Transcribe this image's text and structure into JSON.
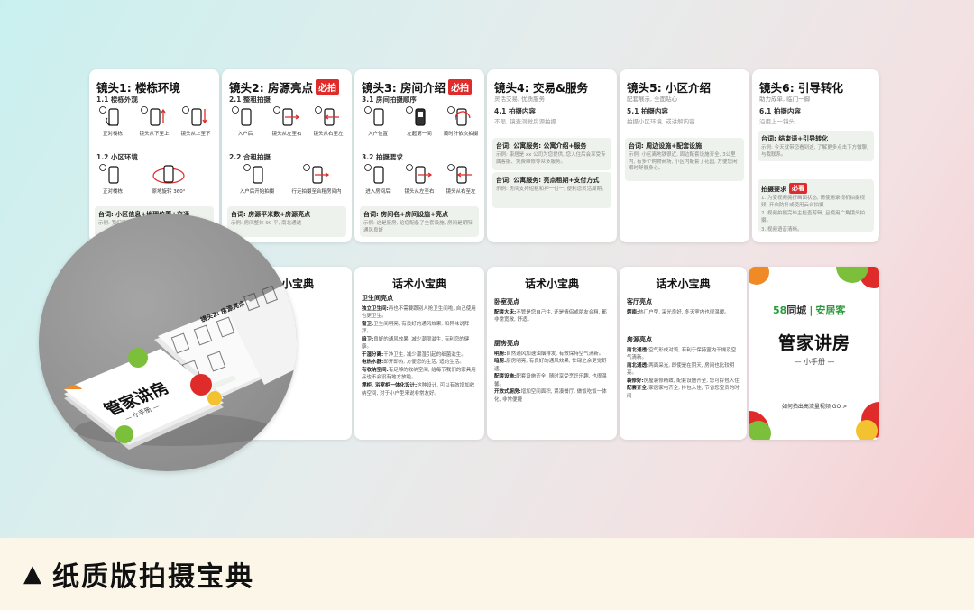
{
  "colors": {
    "accent_red": "#e02b2b",
    "green": "#2b9a3c",
    "orange": "#f08a24",
    "badge_bg": "#eef2ec"
  },
  "caption": {
    "icon": "triangle-up-icon",
    "text": "纸质版拍摄宝典"
  },
  "cards": [
    {
      "title": "镜头1: 楼栋环境",
      "badge": "",
      "sub1": "1.1 楼栋外观",
      "icons1": [
        "正对楼栋",
        "镜头从下至上",
        "镜头从上至下"
      ],
      "sub2": "1.2 小区环境",
      "icons2": [
        "正对楼栋",
        "原地旋转 360°"
      ],
      "quote_title": "台词: 小区信息+地理位置+交通",
      "quote_body": "示例: 我们目前所在的小区..."
    },
    {
      "title": "镜头2: 房源亮点",
      "badge": "必拍",
      "sub1": "2.1 整租拍摄",
      "icons1": [
        "入户后",
        "镜头从左至右",
        "镜头从右至左"
      ],
      "sub2": "2.2 合租拍摄",
      "icons2": [
        "入户后开始拍摄",
        "行走拍摄至合租房间内"
      ],
      "quote_title": "台词: 房源平米数+房源亮点",
      "quote_body": "示例: 房间整体 90 平, 南北通透"
    },
    {
      "title": "镜头3: 房间介绍",
      "badge": "必拍",
      "sub1": "3.1 房间拍摄顺序",
      "icons1": [
        "入户位置",
        "左起第一间",
        "顺时针依次拍摄"
      ],
      "sub2": "3.2 拍摄要求",
      "icons2": [
        "进入房间后",
        "镜头从左至右",
        "镜头从右至左"
      ],
      "quote_title": "台词: 房间名+房间设施+亮点",
      "quote_body": "示例: 这是厨房, 给您配备了全套设施, 房间是朝阳, 通风良好"
    },
    {
      "title": "镜头4: 交易&服务",
      "subtitle": "灵活交易, 优质服务",
      "sub1": "4.1 拍摄内容",
      "sub1_desc": "不限, 镜查测觉房源拍摄",
      "quote1_title": "台词: 公寓服务: 公寓介绍+服务",
      "quote1_body": "示例: 康居是 xx 公司为您提供, 您入住后会享受专属客服、免费维修等众多服务。",
      "quote2_title": "台词: 公寓服务: 亮点租期+支付方式",
      "quote2_body": "示例: 房间支持短租和押一付一, 便利您灵活周期。"
    },
    {
      "title": "镜头5: 小区介绍",
      "subtitle": "配套展示, 全面贴心",
      "sub1": "5.1 拍摄内容",
      "sub1_desc": "拍摄小区环境, 或讲解内容",
      "quote1_title": "台词: 周边设施+配套设施",
      "quote1_body": "示例: 小区离地铁很近, 周边配套设施齐全, 3公里内, 有多个购物商场, 小区内配套了花园, 方便您闲暇时舒展身心。"
    },
    {
      "title": "镜头6: 引导转化",
      "subtitle": "助力成单, 临门一脚",
      "sub1": "6.1 拍摄内容",
      "sub1_desc": "沿用上一镜头",
      "quote1_title": "台词: 结束语+引导转化",
      "quote1_body": "示例: 今天就带您看到这, 了解更多点击下方微聊, 与我联系。",
      "req_title": "拍摄要求",
      "req_badge": "必看",
      "req_items": [
        "1. 为变视频拥挤画面状态, 请使用录视机拍摄视频, 开启防抖或使用云台拍摄",
        "2. 视频拍摄完毕主检查剪辑, 且使用广角镜头拍摄。",
        "3. 视频语音清晰。"
      ]
    }
  ],
  "tips": [
    {
      "title": "话术小宝典",
      "sections": []
    },
    {
      "title": "话术小宝典",
      "sections": [
        {
          "heading": "卫生间亮点",
          "items": [
            {
              "k": "独立卫生间:",
              "v": "再也不需要跟别人抢卫生间啦, 自己使用也更卫生。"
            },
            {
              "k": "窗卫:",
              "v": "卫生间明亮, 有良好的通风效果, 和异味说拜拜。"
            },
            {
              "k": "暗卫:",
              "v": "良好的通风效果, 减少潮湿滋生, 有利您的健康。"
            },
            {
              "k": "干湿分离:",
              "v": "干净卫生, 减少潮湿引起的细菌滋生。"
            },
            {
              "k": "电热水器:",
              "v": "即开即热, 方便您的生活, 适的生活。"
            },
            {
              "k": "有收纳空间:",
              "v": "有足够的收纳空间, 给每节我们的家具用品也不会没有地方放啦。"
            },
            {
              "k": "埋柜, 浴室柜一体化设计:",
              "v": "这种设计, 可以有效增加收纳空间, 对于小户型来说非常友好。"
            }
          ]
        }
      ]
    },
    {
      "title": "话术小宝典",
      "sections": [
        {
          "heading": "卧室亮点",
          "items": [
            {
              "k": "配套大床:",
              "v": "不管是您自己住, 还是情侣或朋友合租, 都非常宽敞, 舒适。"
            }
          ]
        },
        {
          "heading": "厨房亮点",
          "items": [
            {
              "k": "明厨:",
              "v": "自然通风加速油烟排发, 有效保持空气清新。"
            },
            {
              "k": "暗厨:",
              "v": "厨房明亮, 有良好的通风效果, 忙碌之余更觉舒适。"
            },
            {
              "k": "配套设施:",
              "v": "配套设施齐全, 随时享受烹饪乐趣, 也很温馨。"
            },
            {
              "k": "开放式厨房:",
              "v": "增加空间面积, 紧凑餐厅, 做饭吃饭一体化, 非常便捷"
            }
          ]
        }
      ]
    },
    {
      "title": "话术小宝典",
      "sections": [
        {
          "heading": "客厅亮点",
          "items": [
            {
              "k": "朝南:",
              "v": "热门户型, 采光良好, 冬天室内也很温暖。"
            }
          ]
        },
        {
          "heading": "房源亮点",
          "items": [
            {
              "k": "南北通透:",
              "v": "空气形成对流, 有利于保持室内干燥及空气清新。"
            },
            {
              "k": "南北通透:",
              "v": "两面采光, 即使是在阴天, 房间也比较明亮。"
            },
            {
              "k": "装修好:",
              "v": "房屋装修精致, 配套设施齐全, 您可拎包入住"
            },
            {
              "k": "配套齐全:",
              "v": "家居家电齐全, 拎包入住, 节省您宝贵的时间"
            }
          ]
        }
      ]
    }
  ],
  "cover": {
    "logo_58": "58",
    "logo_tc": "同城",
    "logo_sep": "|",
    "logo_ajk": "安居客",
    "title": "管家讲房",
    "subtitle": "— 小手册 —",
    "link": "如何拍出高流量视频   GO >"
  },
  "book": {
    "page_title": "镜头2: 房源亮点",
    "cover_title": "管家讲房",
    "cover_sub": "— 小手册 —"
  }
}
